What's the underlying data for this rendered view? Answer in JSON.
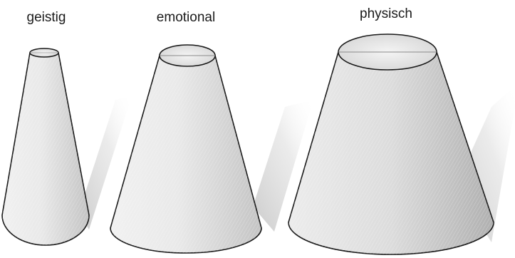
{
  "figure": {
    "cones": [
      {
        "label": "geistig"
      },
      {
        "label": "emotional"
      },
      {
        "label": "physisch"
      }
    ]
  }
}
